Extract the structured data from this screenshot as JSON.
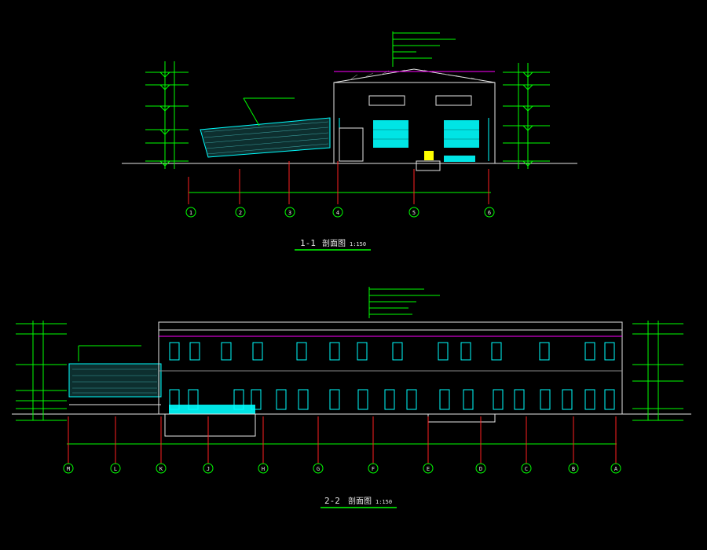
{
  "section_1": {
    "title": "1-1",
    "title_cn": "剖面图",
    "scale": "1:150",
    "axes": [
      "1",
      "2",
      "3",
      "4",
      "5",
      "6"
    ]
  },
  "section_2": {
    "title": "2-2",
    "title_cn": "剖面图",
    "scale": "1:150",
    "axes": [
      "M",
      "L",
      "K",
      "J",
      "H",
      "G",
      "F",
      "E",
      "D",
      "C",
      "B",
      "A"
    ]
  },
  "colors": {
    "background": "#000000",
    "line_white": "#e6e6e6",
    "line_cyan": "#00ffff",
    "line_green": "#00ff00",
    "line_red": "#ff2020",
    "line_magenta": "#ff00ff",
    "line_yellow": "#ffff00"
  }
}
